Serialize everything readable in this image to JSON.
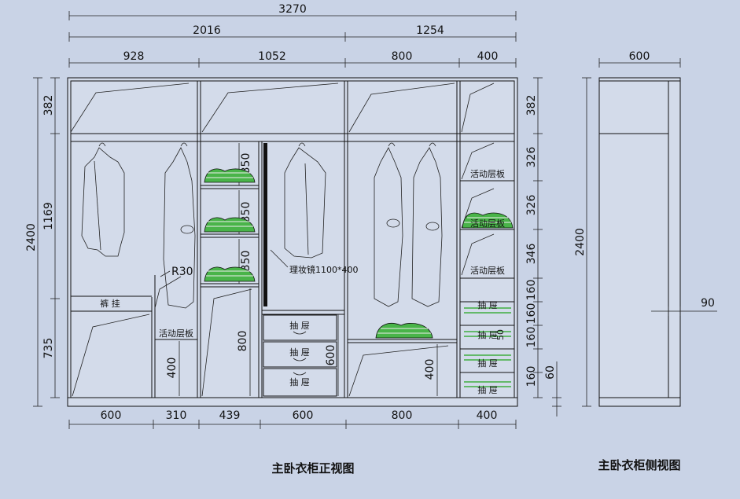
{
  "front_view": {
    "title": "主卧衣柜正视图",
    "dims_top_total": "3270",
    "dims_top_mid": [
      "2016",
      "1254"
    ],
    "dims_top_cols": [
      "928",
      "1052",
      "800",
      "400"
    ],
    "dims_bottom": [
      "600",
      "310",
      "439",
      "600",
      "800",
      "400"
    ],
    "dims_left": [
      "382",
      "1169",
      "735"
    ],
    "dims_left_total": "2400",
    "dims_right": [
      "382",
      "326",
      "326",
      "346",
      "160",
      "160",
      "160",
      "160"
    ],
    "dims_right_extra": "60",
    "dims_inner_shelf": [
      "350",
      "350",
      "350"
    ],
    "dims_inner_low": [
      "400",
      "800",
      "600",
      "400"
    ],
    "radius_label": "R30",
    "mirror_label": "理妆镜1100*400",
    "pants_rack_label": "裤 挂",
    "adjustable_shelf_labels": [
      "活动层板",
      "活动层板",
      "活动层板",
      "活动层板"
    ],
    "drawer_labels": [
      "抽 屉",
      "抽 屉",
      "抽 屉"
    ],
    "right_drawer_labels": [
      "抽 屉",
      "抽 屉",
      "抽 屉",
      "抽 屉"
    ],
    "odd_label": "50"
  },
  "side_view": {
    "title": "主卧衣柜侧视图",
    "width_dim": "600",
    "height_dim": "2400",
    "depth_dim": "90"
  },
  "colors": {
    "background": "#c9d3e6",
    "line": "#111111",
    "clothing_green": "#3fae3f"
  }
}
